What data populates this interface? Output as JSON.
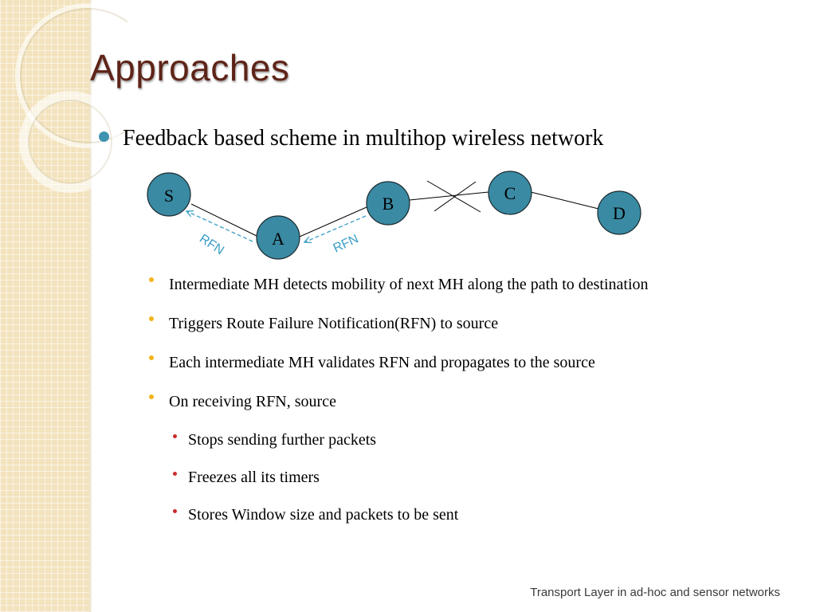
{
  "slide": {
    "title": "Approaches",
    "bullet": "Feedback based scheme in multihop wireless network",
    "points": [
      "Intermediate MH detects mobility of next MH along the path to destination",
      "Triggers Route Failure Notification(RFN) to source",
      "Each intermediate MH validates RFN and propagates to the source",
      "On receiving RFN, source"
    ],
    "subpoints": [
      "Stops sending further packets",
      "Freezes all its timers",
      "Stores Window size and packets to be sent"
    ],
    "footer": "Transport Layer in ad-hoc and sensor networks"
  },
  "diagram": {
    "nodes": [
      "S",
      "A",
      "B",
      "C",
      "D"
    ],
    "arrow_labels": [
      "RFN",
      "RFN"
    ]
  },
  "colors": {
    "title": "#5e2418",
    "node_fill": "#3a8aa3",
    "rfn": "#3a9ec7",
    "bullet_main": "#3f93b0",
    "bullet_sub": "#f2b51a",
    "bullet_subsub": "#cc2b2b"
  }
}
